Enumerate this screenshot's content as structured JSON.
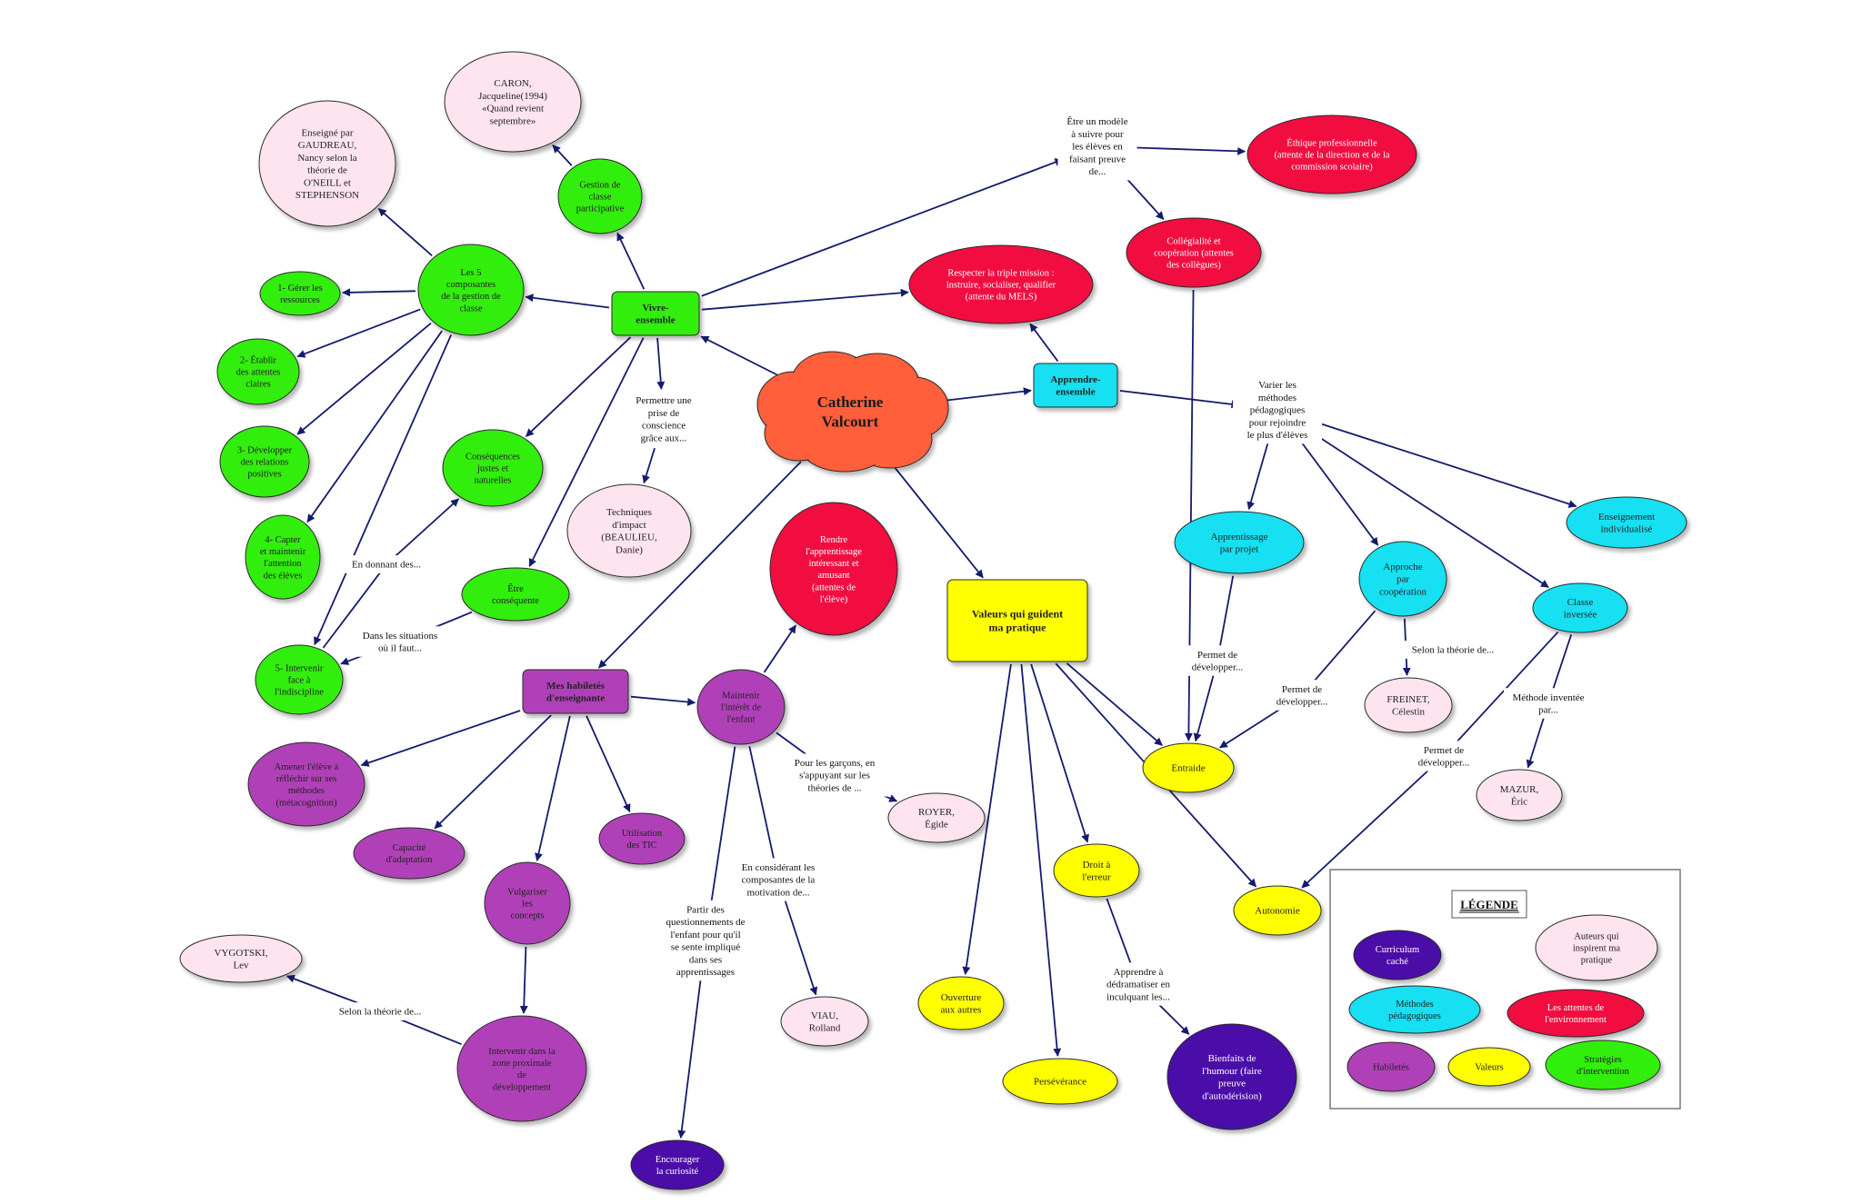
{
  "nodes": {
    "center": [
      "Catherine",
      "Valcourt"
    ],
    "vivre": [
      "Vivre-",
      "ensemble"
    ],
    "apprendre": [
      "Apprendre-",
      "ensemble"
    ],
    "habiletes": [
      "Mes habiletés",
      "d'enseignante"
    ],
    "valeurs": [
      "Valeurs qui guident",
      "ma pratique"
    ],
    "composantes": [
      "Les 5",
      "composantes",
      "de la gestion de",
      "classe"
    ],
    "gestion_participative": [
      "Gestion de",
      "classe",
      "participative"
    ],
    "consequences": [
      "Conséquences",
      "justes et",
      "naturelles"
    ],
    "etre_consequente": [
      "Être",
      "conséquente"
    ],
    "comp1": [
      "1- Gérer les",
      "ressources"
    ],
    "comp2": [
      "2- Établir",
      "des attentes",
      "claires"
    ],
    "comp3": [
      "3- Développer",
      "des relations",
      "positives"
    ],
    "comp4": [
      "4- Capter",
      "et maintenir",
      "l'attention",
      "des élèves"
    ],
    "comp5": [
      "5- Intervenir",
      "face à",
      "l'indiscipline"
    ],
    "gaudreau": [
      "Enseigné par",
      "GAUDREAU,",
      "Nancy selon la",
      "théorie de",
      "O'NEILL et",
      "STEPHENSON"
    ],
    "caron": [
      "CARON,",
      "Jacqueline(1994)",
      "«Quand revient",
      "septembre»"
    ],
    "techniques": [
      "Techniques",
      "d'impact",
      "(BEAULIEU,",
      "Danie)"
    ],
    "ethique": [
      "Éthique professionnelle",
      "(attente de la direction et de la",
      "commission scolaire)"
    ],
    "collegialite": [
      "Collégialité et",
      "coopération (attentes",
      "des collègues)"
    ],
    "triple": [
      "Respecter la triple mission :",
      "instruire, socialiser, qualifier",
      "(attente du MELS)"
    ],
    "rendre": [
      "Rendre",
      "l'apprentissage",
      "intéressant et",
      "amusant",
      "(attentes de",
      "l'élève)"
    ],
    "maintenir": [
      "Maintenir",
      "l'intérêt de",
      "l'enfant"
    ],
    "royer": [
      "ROYER,",
      "Égide"
    ],
    "viau": [
      "VIAU,",
      "Rolland"
    ],
    "curiosite": [
      "Encourager",
      "la curiosité"
    ],
    "metacognition": [
      "Amener l'élève à",
      "réfléchir sur ses",
      "méthodes",
      "(métacognition)"
    ],
    "adaptation": [
      "Capacité",
      "d'adaptation"
    ],
    "tic": [
      "Utilisation",
      "des TIC"
    ],
    "vulgariser": [
      "Vulgariser",
      "les",
      "concepts"
    ],
    "zone": [
      "Intervenir dans la",
      "zone proximale",
      "de",
      "développement"
    ],
    "vygotski": [
      "VYGOTSKI,",
      "Lev"
    ],
    "app_projet": [
      "Apprentissage",
      "par projet"
    ],
    "approche_coop": [
      "Approche",
      "par",
      "coopération"
    ],
    "ens_indiv": [
      "Enseignement",
      "individualisé"
    ],
    "classe_inversee": [
      "Classe",
      "inversée"
    ],
    "freinet": [
      "FREINET,",
      "Célestin"
    ],
    "mazur": [
      "MAZUR,",
      "Éric"
    ],
    "entraide": [
      "Entraide"
    ],
    "autonomie": [
      "Autonomie"
    ],
    "droit_erreur": [
      "Droit à",
      "l'erreur"
    ],
    "ouverture": [
      "Ouverture",
      "aux autres"
    ],
    "perseverance": [
      "Persévérance"
    ],
    "humour": [
      "Bienfaits de",
      "l'humour (faire",
      "preuve",
      "d'autodérision)"
    ]
  },
  "link_labels": {
    "modele": [
      "Être un modèle",
      "à suivre pour",
      "les élèves en",
      "faisant preuve",
      "de..."
    ],
    "prise_conscience": [
      "Permettre une",
      "prise de",
      "conscience",
      "grâce aux..."
    ],
    "en_donnant": [
      "En donnant des..."
    ],
    "dans_situations": [
      "Dans les situations",
      "où il faut..."
    ],
    "varier": [
      "Varier les",
      "méthodes",
      "pédagogiques",
      "pour rejoindre",
      "le plus d'élèves"
    ],
    "permet1": [
      "Permet de",
      "développer..."
    ],
    "permet2": [
      "Permet de",
      "développer..."
    ],
    "permet3": [
      "Permet de",
      "développer..."
    ],
    "selon_theorie_freinet": [
      "Selon la théorie de..."
    ],
    "methode_inventee": [
      "Méthode inventée",
      "par..."
    ],
    "pour_garcons": [
      "Pour les garçons, en",
      "s'appuyant sur les",
      "théories de ..."
    ],
    "en_considerant": [
      "En considérant les",
      "composantes de la",
      "motivation de..."
    ],
    "partir_questionnements": [
      "Partir des",
      "questionnements de",
      "l'enfant pour qu'il",
      "se sente impliqué",
      "dans ses",
      "apprentissages"
    ],
    "selon_theorie_vygotski": [
      "Selon la théorie de..."
    ],
    "dedramatiser": [
      "Apprendre à",
      "dédramatiser en",
      "inculquant les..."
    ]
  },
  "legend": {
    "title": "LÉGENDE",
    "items": {
      "curriculum": [
        "Curriculum",
        "caché"
      ],
      "auteurs": [
        "Auteurs qui",
        "inspirent ma",
        "pratique"
      ],
      "methodes": [
        "Méthodes",
        "pédagogiques"
      ],
      "attentes": [
        "Les attentes de",
        "l'environnement"
      ],
      "habiletes": [
        "Habiletés"
      ],
      "valeurs": [
        "Valeurs"
      ],
      "strategies": [
        "Stratégies",
        "d'intervention"
      ]
    }
  },
  "colors": {
    "strategy_green": "#33ee11",
    "author_pink": "#fde4ef",
    "expectation_red": "#f10f3f",
    "method_cyan": "#17e0f2",
    "skill_purple": "#b040b8",
    "hidden_curriculum": "#4c0ea8",
    "value_yellow": "#ffff00",
    "center_orange": "#ff5f3a",
    "arrow_navy": "#141b6e"
  }
}
